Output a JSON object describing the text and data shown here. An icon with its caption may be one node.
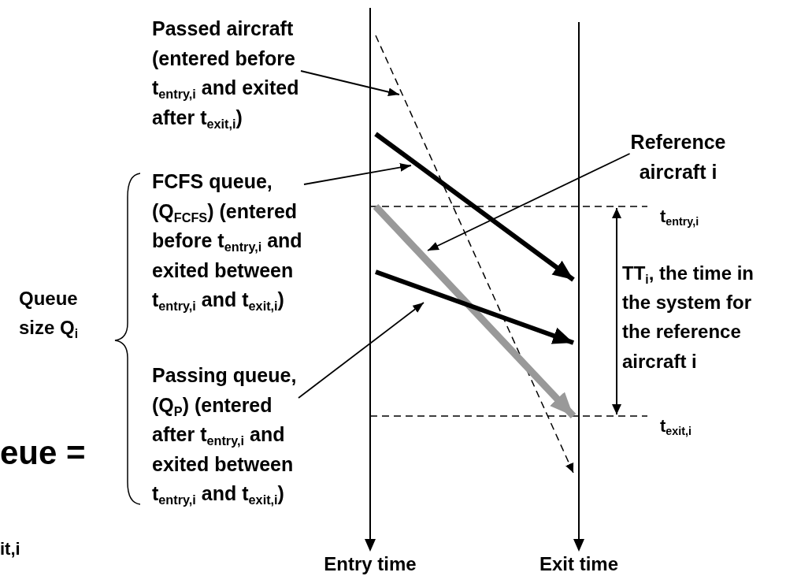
{
  "diagram": {
    "nodes": [
      {
        "text": [],
        "shape": "bar",
        "beside": [
          "Entry time"
        ]
      },
      {
        "text": [],
        "shape": "bar",
        "beside": [
          "Exit time"
        ]
      },
      {
        "text": [
          "Passed aircraft (entered before t$_{entry,i}$ and exited after t$_{exit,i}$)"
        ]
      },
      {
        "text": [
          "FCFS queue, (Q$_{FCFS}$) (entered before t$_{entry,i}$ and exited between t$_{entry,i}$ and t$_{exit,i}$)"
        ]
      },
      {
        "text": [
          "Passing queue, (Q$_{P}$) (entered after t$_{entry,i}$ and exited between t$_{entry,i}$ and t$_{exit,i}$)"
        ]
      },
      {
        "text": [
          "Reference aircraft i"
        ]
      }
    ],
    "edges": [
      {
        "from": 0,
        "to": 1,
        "arrow": "to",
        "style": "dashed"
      },
      {
        "from": 0,
        "to": 1,
        "arrow": "to",
        "style": "thick"
      },
      {
        "from": 0,
        "to": 1,
        "arrow": "to",
        "style": "thick",
        "color": "#999999"
      },
      {
        "from": 0,
        "to": 1,
        "arrow": "to",
        "style": "thick"
      },
      {
        "from": 2,
        "to": null,
        "arrow": "to"
      },
      {
        "from": 3,
        "to": null,
        "arrow": "to"
      },
      {
        "from": 5,
        "to": null,
        "arrow": "to"
      },
      {
        "from": 4,
        "to": null,
        "arrow": "to"
      }
    ],
    "labels": [
      "t$_{entry,i}$",
      "Queue size Q$_{i}$",
      "TT$_{i}$, the time in the system for the reference aircraft i",
      "t$_{exit,i}$",
      "eue =",
      "it,i"
    ]
  }
}
